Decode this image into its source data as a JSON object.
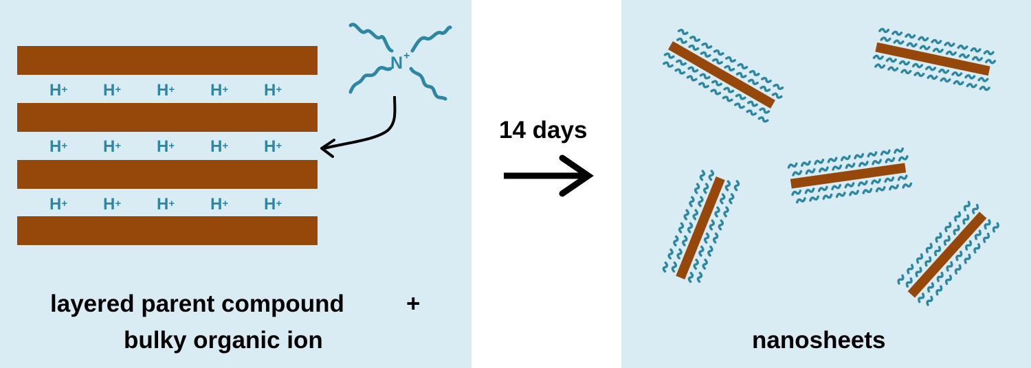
{
  "parent": {
    "caption_line1": "layered parent compound",
    "plus": "+",
    "caption_line2": "bulky organic ion",
    "proton": "H",
    "proton_charge": "+"
  },
  "ion": {
    "label": "N",
    "charge": "+"
  },
  "reaction": {
    "time_label": "14 days"
  },
  "product": {
    "caption": "nanosheets"
  },
  "colors": {
    "background_panel": "#d9ecf3",
    "layer": "#96480a",
    "organic": "#2e87a2",
    "arrow": "#000000"
  }
}
